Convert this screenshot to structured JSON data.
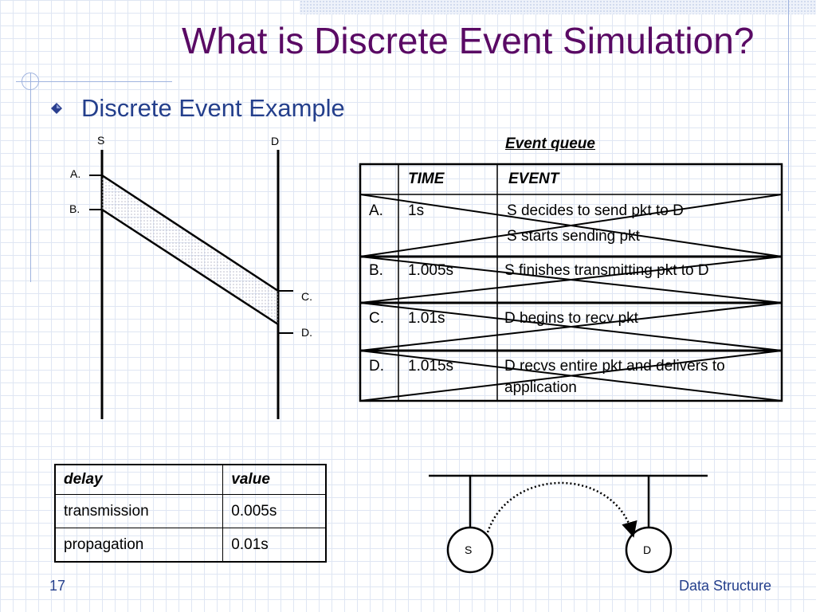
{
  "slide": {
    "title": "What is Discrete Event Simulation?",
    "subtitle": "Discrete Event Example",
    "page_number": "17",
    "footer": "Data Structure"
  },
  "timeline": {
    "source_label": "S",
    "dest_label": "D",
    "marks": [
      "A.",
      "B.",
      "C.",
      "D."
    ]
  },
  "event_queue": {
    "title": "Event queue",
    "headers": [
      "TIME",
      "EVENT"
    ],
    "rows": [
      {
        "id": "A.",
        "time": "1s",
        "events": [
          "S decides to send pkt to D",
          "S starts sending pkt"
        ]
      },
      {
        "id": "B.",
        "time": "1.005s",
        "events": [
          "S finishes transmitting pkt to D"
        ]
      },
      {
        "id": "C.",
        "time": "1.01s",
        "events": [
          "D begins to recv pkt"
        ]
      },
      {
        "id": "D.",
        "time": "1.015s",
        "events": [
          "D recvs entire pkt and delivers to",
          "application"
        ]
      }
    ]
  },
  "delay_table": {
    "headers": [
      "delay",
      "value"
    ],
    "rows": [
      [
        "transmission",
        "0.005s"
      ],
      [
        "propagation",
        "0.01s"
      ]
    ]
  },
  "network": {
    "nodes": [
      "S",
      "D"
    ]
  }
}
